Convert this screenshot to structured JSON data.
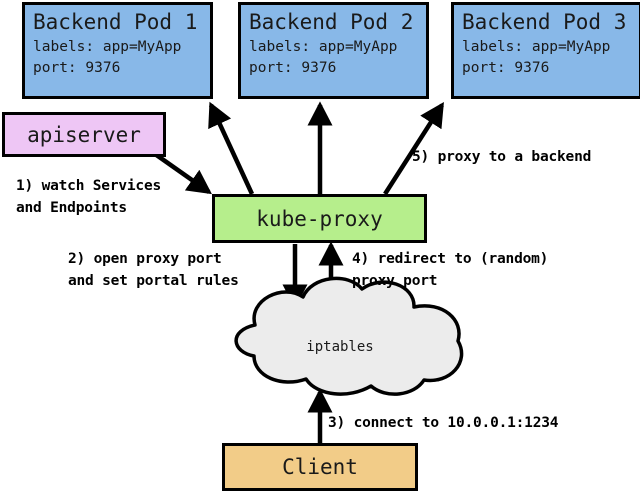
{
  "diagram": {
    "title": "kube-proxy service routing flow",
    "colors": {
      "pod_fill": "#88b8e8",
      "apiserver_fill": "#eec6f5",
      "kubeproxy_fill": "#b6ee8c",
      "client_fill": "#f2cc88",
      "cloud_fill": "#ececec",
      "stroke": "#000000",
      "background": "#ffffff"
    },
    "pods": [
      {
        "title": "Backend Pod 1",
        "labels_line": "labels: app=MyApp",
        "port_line": "port: 9376"
      },
      {
        "title": "Backend Pod 2",
        "labels_line": "labels: app=MyApp",
        "port_line": "port: 9376"
      },
      {
        "title": "Backend Pod 3",
        "labels_line": "labels: app=MyApp",
        "port_line": "port: 9376"
      }
    ],
    "apiserver": {
      "label": "apiserver"
    },
    "kubeproxy": {
      "label": "kube-proxy"
    },
    "iptables": {
      "label": "iptables"
    },
    "client": {
      "label": "Client"
    },
    "steps": [
      {
        "id": "step-1",
        "line1": "1) watch Services",
        "line2": "and Endpoints"
      },
      {
        "id": "step-2",
        "line1": "2) open proxy port",
        "line2": "and set portal rules"
      },
      {
        "id": "step-3",
        "line1": "3) connect to 10.0.0.1:1234",
        "line2": ""
      },
      {
        "id": "step-4",
        "line1": "4) redirect to (random)",
        "line2": "proxy port"
      },
      {
        "id": "step-5",
        "line1": "5) proxy to a backend",
        "line2": ""
      }
    ],
    "arrows": [
      {
        "name": "apiserver-to-kubeproxy",
        "from": "apiserver",
        "to": "kube-proxy"
      },
      {
        "name": "kubeproxy-to-pod-1",
        "from": "kube-proxy",
        "to": "Backend Pod 1"
      },
      {
        "name": "kubeproxy-to-pod-2",
        "from": "kube-proxy",
        "to": "Backend Pod 2"
      },
      {
        "name": "kubeproxy-to-pod-3",
        "from": "kube-proxy",
        "to": "Backend Pod 3"
      },
      {
        "name": "kubeproxy-to-iptables",
        "from": "kube-proxy",
        "to": "iptables"
      },
      {
        "name": "iptables-to-kubeproxy",
        "from": "iptables",
        "to": "kube-proxy"
      },
      {
        "name": "client-to-iptables",
        "from": "Client",
        "to": "iptables"
      }
    ]
  }
}
